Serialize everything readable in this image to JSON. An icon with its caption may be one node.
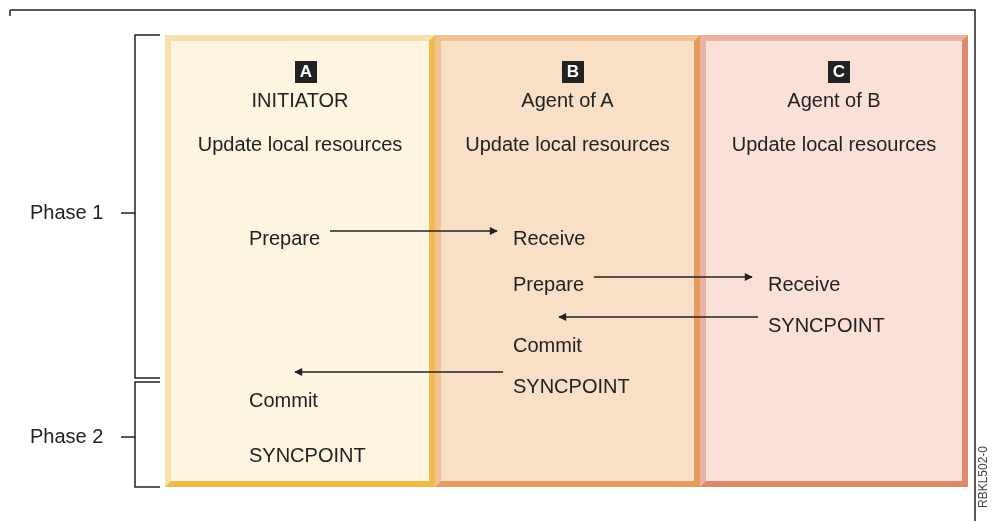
{
  "diagram": {
    "nodes": [
      {
        "text": [
          "INITIATOR",
          "Update local resources"
        ]
      },
      {
        "text": [
          "Agent of A",
          "Update local resources"
        ]
      },
      {
        "text": [
          "Agent of B",
          "Update local resources"
        ]
      },
      {
        "text": [
          "A"
        ],
        "in": 0
      },
      {
        "text": [
          "B"
        ],
        "in": 1
      },
      {
        "text": [
          "C"
        ],
        "in": 2
      },
      {
        "text": [
          "Prepare"
        ],
        "in": 0
      },
      {
        "text": [
          "Commit"
        ],
        "in": 0
      },
      {
        "text": [
          "SYNCPOINT"
        ],
        "in": 0
      },
      {
        "text": [
          "Receive"
        ],
        "in": 1
      },
      {
        "text": [
          "Prepare"
        ],
        "in": 1
      },
      {
        "text": [
          "Commit"
        ],
        "in": 1
      },
      {
        "text": [
          "SYNCPOINT"
        ],
        "in": 1
      },
      {
        "text": [
          "Receive"
        ],
        "in": 2
      },
      {
        "text": [
          "SYNCPOINT"
        ],
        "in": 2
      }
    ],
    "edges": [
      {
        "from": 6,
        "to": 9,
        "arrow": "to"
      },
      {
        "from": 10,
        "to": 13,
        "arrow": "to"
      },
      {
        "from": 14,
        "to": 11,
        "arrow": "to"
      },
      {
        "from": 12,
        "to": 7,
        "arrow": "to"
      }
    ],
    "labels": [
      "Phase 1",
      "Phase 2",
      "RBKL502-0"
    ]
  }
}
